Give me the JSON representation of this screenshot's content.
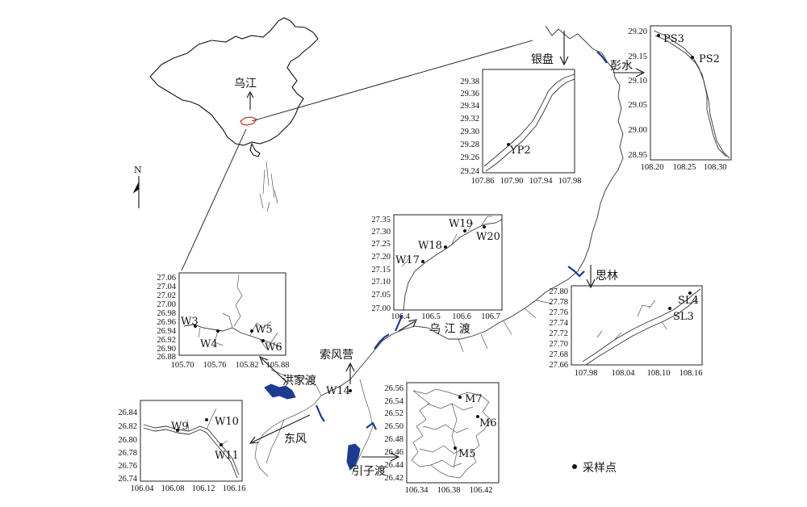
{
  "map_labels": {
    "china_river": "乌江",
    "north": "N",
    "yinpan": "银盘",
    "pengshui": "彭水",
    "silin": "思林",
    "suofengying": "索风营",
    "hongjiadu": "洪家渡",
    "w14": "W14",
    "dongfeng": "东风",
    "goupitan_wujiangdu": "乌 江 渡",
    "yinzidu": "引子渡",
    "legend": "采样点"
  },
  "insets": {
    "yinpan": {
      "y_ticks": [
        "29.38",
        "29.36",
        "29.34",
        "29.32",
        "29.30",
        "29.28",
        "29.26",
        "29.24"
      ],
      "x_ticks": [
        "107.86",
        "107.90",
        "107.94",
        "107.98"
      ],
      "sites": [
        "YP2"
      ]
    },
    "pengshui": {
      "y_ticks": [
        "29.20",
        "29.15",
        "29.10",
        "29.05",
        "29.00",
        "28.95"
      ],
      "x_ticks": [
        "108.20",
        "108.25",
        "108.30"
      ],
      "sites": [
        "PS3",
        "PS2"
      ]
    },
    "wujiangdu": {
      "y_ticks": [
        "27.35",
        "27.30",
        "27.25",
        "27.20",
        "27.15",
        "27.10",
        "27.05",
        "27.00"
      ],
      "x_ticks": [
        "106.4",
        "106.5",
        "106.6",
        "106.7"
      ],
      "sites": [
        "W19",
        "W20",
        "W18",
        "W17"
      ]
    },
    "silin": {
      "y_ticks": [
        "27.80",
        "27.78",
        "27.76",
        "27.74",
        "27.72",
        "27.70",
        "27.68",
        "27.66"
      ],
      "x_ticks": [
        "107.98",
        "108.04",
        "108.10",
        "108.16"
      ],
      "sites": [
        "SL4",
        "SL3"
      ]
    },
    "hongjiadu": {
      "y_ticks": [
        "27.06",
        "27.04",
        "27.02",
        "27.00",
        "26.98",
        "26.96",
        "26.94",
        "26.92",
        "26.90",
        "26.88"
      ],
      "x_ticks": [
        "105.70",
        "105.76",
        "105.82",
        "105.88"
      ],
      "sites": [
        "W3",
        "W5",
        "W4",
        "W6"
      ]
    },
    "dongfeng": {
      "y_ticks": [
        "26.84",
        "26.82",
        "26.80",
        "26.78",
        "26.76",
        "26.74"
      ],
      "x_ticks": [
        "106.04",
        "106.08",
        "106.12",
        "106.16"
      ],
      "sites": [
        "W9",
        "W10",
        "W11"
      ]
    },
    "yinzidu": {
      "y_ticks": [
        "26.56",
        "26.54",
        "26.52",
        "26.50",
        "26.48",
        "26.46",
        "26.44",
        "26.42"
      ],
      "x_ticks": [
        "106.34",
        "106.38",
        "106.42"
      ],
      "sites": [
        "M7",
        "M6",
        "M5"
      ]
    }
  }
}
